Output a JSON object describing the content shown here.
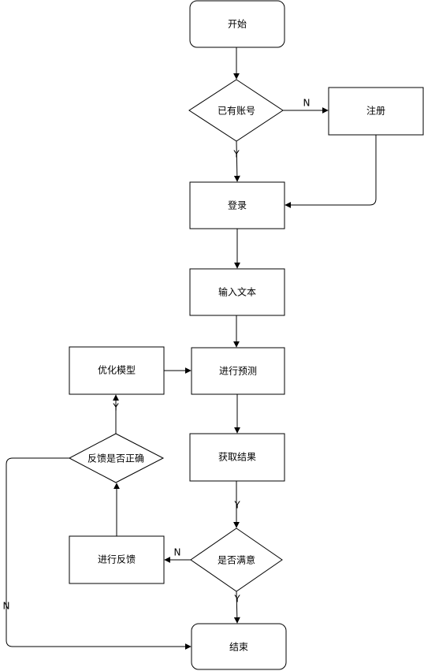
{
  "nodes": {
    "start": "开始",
    "has_account": "已有账号",
    "register": "注册",
    "login": "登录",
    "input_text": "输入文本",
    "predict": "进行预测",
    "get_result": "获取结果",
    "satisfied": "是否满意",
    "give_feedback": "进行反馈",
    "feedback_correct": "反馈是否正确",
    "optimize_model": "优化模型",
    "end": "结束"
  },
  "edge_labels": {
    "has_account_no": "N",
    "has_account_yes": "Y",
    "result_yes": "Y",
    "satisfied_no": "N",
    "satisfied_yes": "Y",
    "feedback_yes": "Y",
    "feedback_no": "N"
  }
}
